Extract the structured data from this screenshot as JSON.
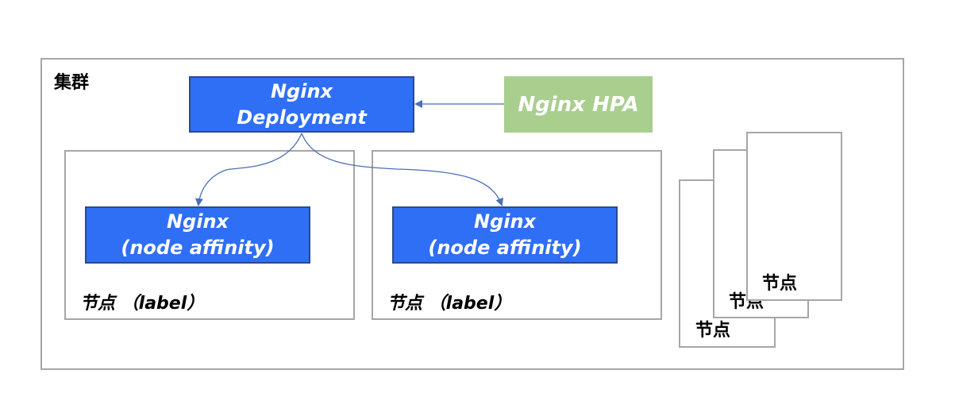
{
  "cluster": {
    "label": "集群"
  },
  "deployment": {
    "line1": "Nginx",
    "line2": "Deployment"
  },
  "hpa": {
    "label": "Nginx HPA"
  },
  "nodes": [
    {
      "label": "节点 （label）",
      "pod_line1": "Nginx",
      "pod_line2": "(node affinity)"
    },
    {
      "label": "节点 （label）",
      "pod_line1": "Nginx",
      "pod_line2": "(node affinity)"
    }
  ],
  "stacked_nodes": [
    {
      "label": "节点"
    },
    {
      "label": "节点"
    },
    {
      "label": "节点"
    }
  ],
  "colors": {
    "blue": "#2f6ff5",
    "blue_border": "#2b4a8c",
    "green": "#a9cf8f",
    "arrow": "#4a6fb5",
    "border": "#a6a6a6"
  }
}
